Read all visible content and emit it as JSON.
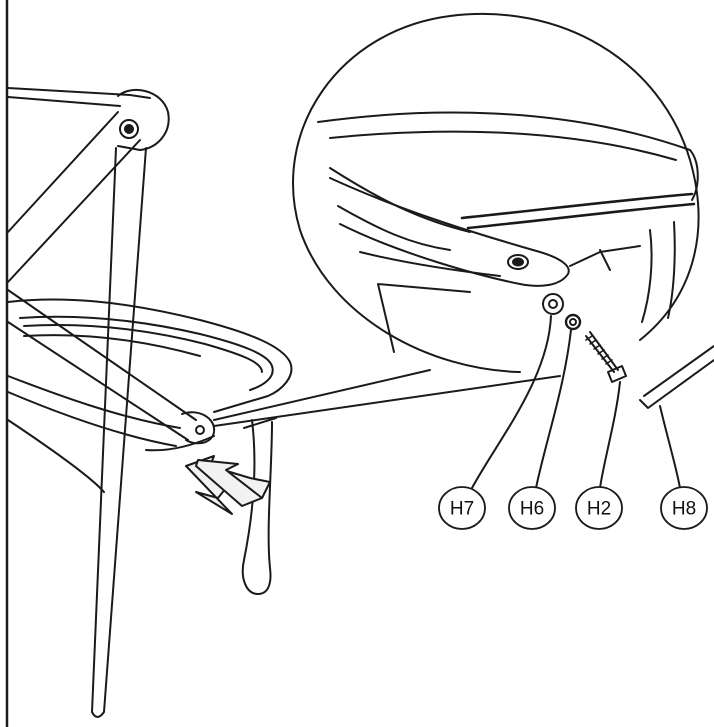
{
  "colors": {
    "line": "#1a1a1a",
    "background": "#ffffff",
    "arrow_fill": "#f2f2f2"
  },
  "parts": [
    {
      "id": "H7",
      "label": "H7"
    },
    {
      "id": "H6",
      "label": "H6"
    },
    {
      "id": "H2",
      "label": "H2"
    },
    {
      "id": "H8",
      "label": "H8"
    }
  ]
}
